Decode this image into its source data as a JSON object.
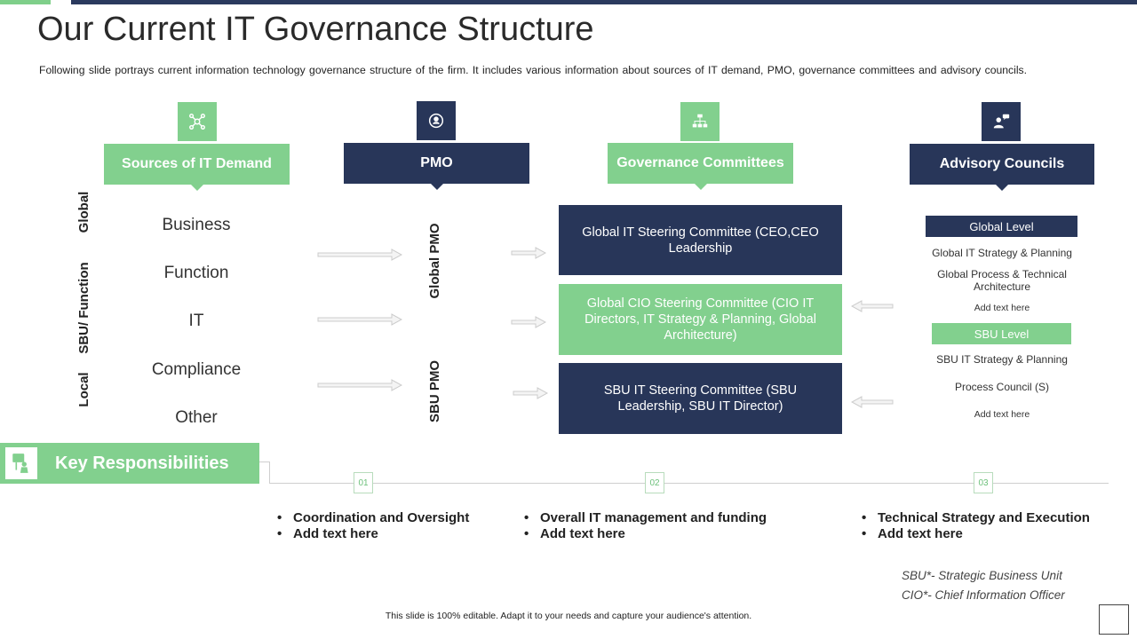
{
  "slide": {
    "title": "Our Current IT Governance Structure",
    "subtitle": "Following slide portrays current information technology governance  structure of the firm. It includes various  information about sources of IT demand, PMO, governance  committees and advisory councils."
  },
  "columns": {
    "sources": {
      "label": "Sources of IT Demand",
      "icon": "network-icon"
    },
    "pmo": {
      "label": "PMO",
      "icon": "target-person-icon"
    },
    "governance": {
      "label": "Governance Committees",
      "icon": "org-chart-icon"
    },
    "advisory": {
      "label": "Advisory Councils",
      "icon": "speaker-chat-icon"
    }
  },
  "scope_labels": {
    "global": "Global",
    "sbu": "SBU/ Function",
    "local": "Local"
  },
  "sources": [
    "Business",
    "Function",
    "IT",
    "Compliance",
    "Other"
  ],
  "pmo_labels": {
    "global": "Global PMO",
    "sbu": "SBU PMO"
  },
  "committees": [
    {
      "text": "Global IT Steering Committee (CEO,CEO Leadership",
      "color": "#283659"
    },
    {
      "text": "Global CIO Steering Committee (CIO IT Directors, IT Strategy & Planning, Global Architecture)",
      "color": "#82d08e"
    },
    {
      "text": "SBU IT Steering Committee (SBU Leadership, SBU IT Director)",
      "color": "#283659"
    }
  ],
  "advisory": {
    "global_level": "Global Level",
    "global_items": [
      "Global IT Strategy & Planning",
      "Global Process & Technical Architecture",
      "Add text here"
    ],
    "sbu_level": "SBU Level",
    "sbu_items": [
      "SBU IT Strategy & Planning",
      "Process Council (S)",
      "Add text here"
    ]
  },
  "key_responsibilities": {
    "label": "Key Responsibilities",
    "steps": [
      {
        "num": "01",
        "bullets": [
          "Coordination and Oversight",
          "Add text here"
        ]
      },
      {
        "num": "02",
        "bullets": [
          "Overall IT management and funding",
          "Add text here"
        ]
      },
      {
        "num": "03",
        "bullets": [
          "Technical Strategy and Execution",
          "Add text here"
        ]
      }
    ]
  },
  "footnotes": [
    "SBU*- Strategic Business Unit",
    "CIO*- Chief Information Officer"
  ],
  "footer": "This slide is 100% editable.  Adapt it to your needs and capture your audience's attention.",
  "colors": {
    "green": "#82d08e",
    "navy": "#283659"
  }
}
